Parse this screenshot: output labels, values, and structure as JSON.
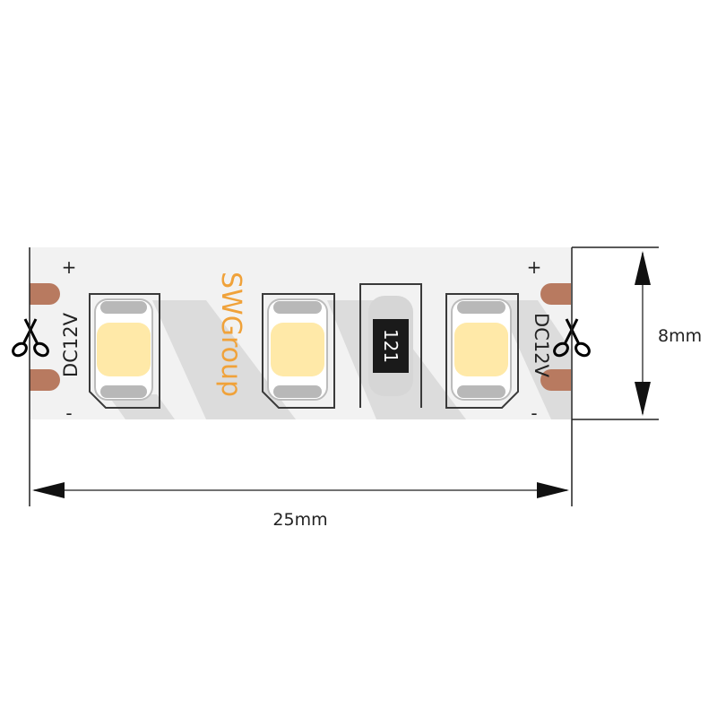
{
  "strip": {
    "brand": "SWGroup",
    "voltage_label": "DC12V",
    "resistor_code": "121",
    "plus_symbol": "+",
    "minus_symbol": "-"
  },
  "dimensions": {
    "length_label": "25mm",
    "width_label": "8mm"
  },
  "colors": {
    "strip_bg": "#f2f2f2",
    "shadow": "#dcdcdc",
    "pad": "#b87a60",
    "led_core": "#ffe9a8",
    "led_frame": "#5a5a5a",
    "brand": "#f0a23a",
    "resistor_body": "#1a1a1a",
    "dimension_line": "#4a4a4a"
  },
  "icons": {
    "cut_mark": "scissors-icon"
  }
}
